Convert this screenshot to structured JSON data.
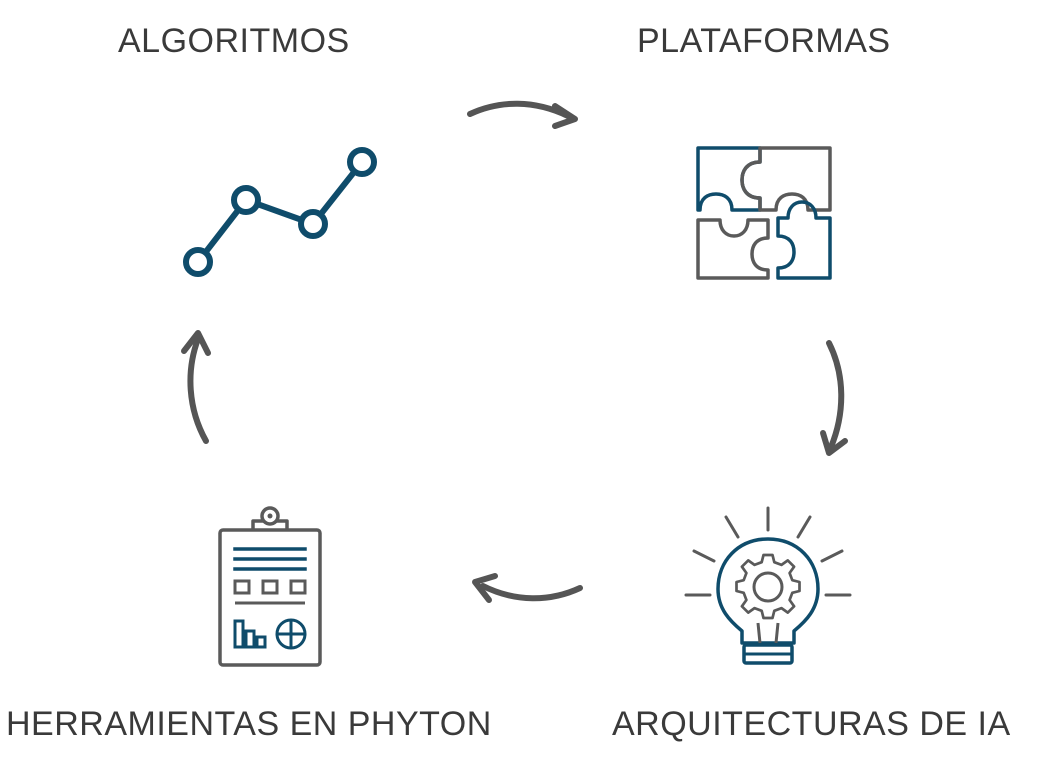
{
  "labels": {
    "top_left": "ALGORITMOS",
    "top_right": "PLATAFORMAS",
    "bottom_right": "ARQUITECTURAS DE IA",
    "bottom_left": "HERRAMIENTAS EN PHYTON"
  },
  "icons": {
    "top_left": "line-chart-icon",
    "top_right": "puzzle-icon",
    "bottom_right": "lightbulb-gear-icon",
    "bottom_left": "clipboard-report-icon"
  },
  "colors": {
    "accent": "#0f4c6b",
    "stroke": "#5a5a5a",
    "arrow": "#555555",
    "text": "#3a3a3a"
  }
}
